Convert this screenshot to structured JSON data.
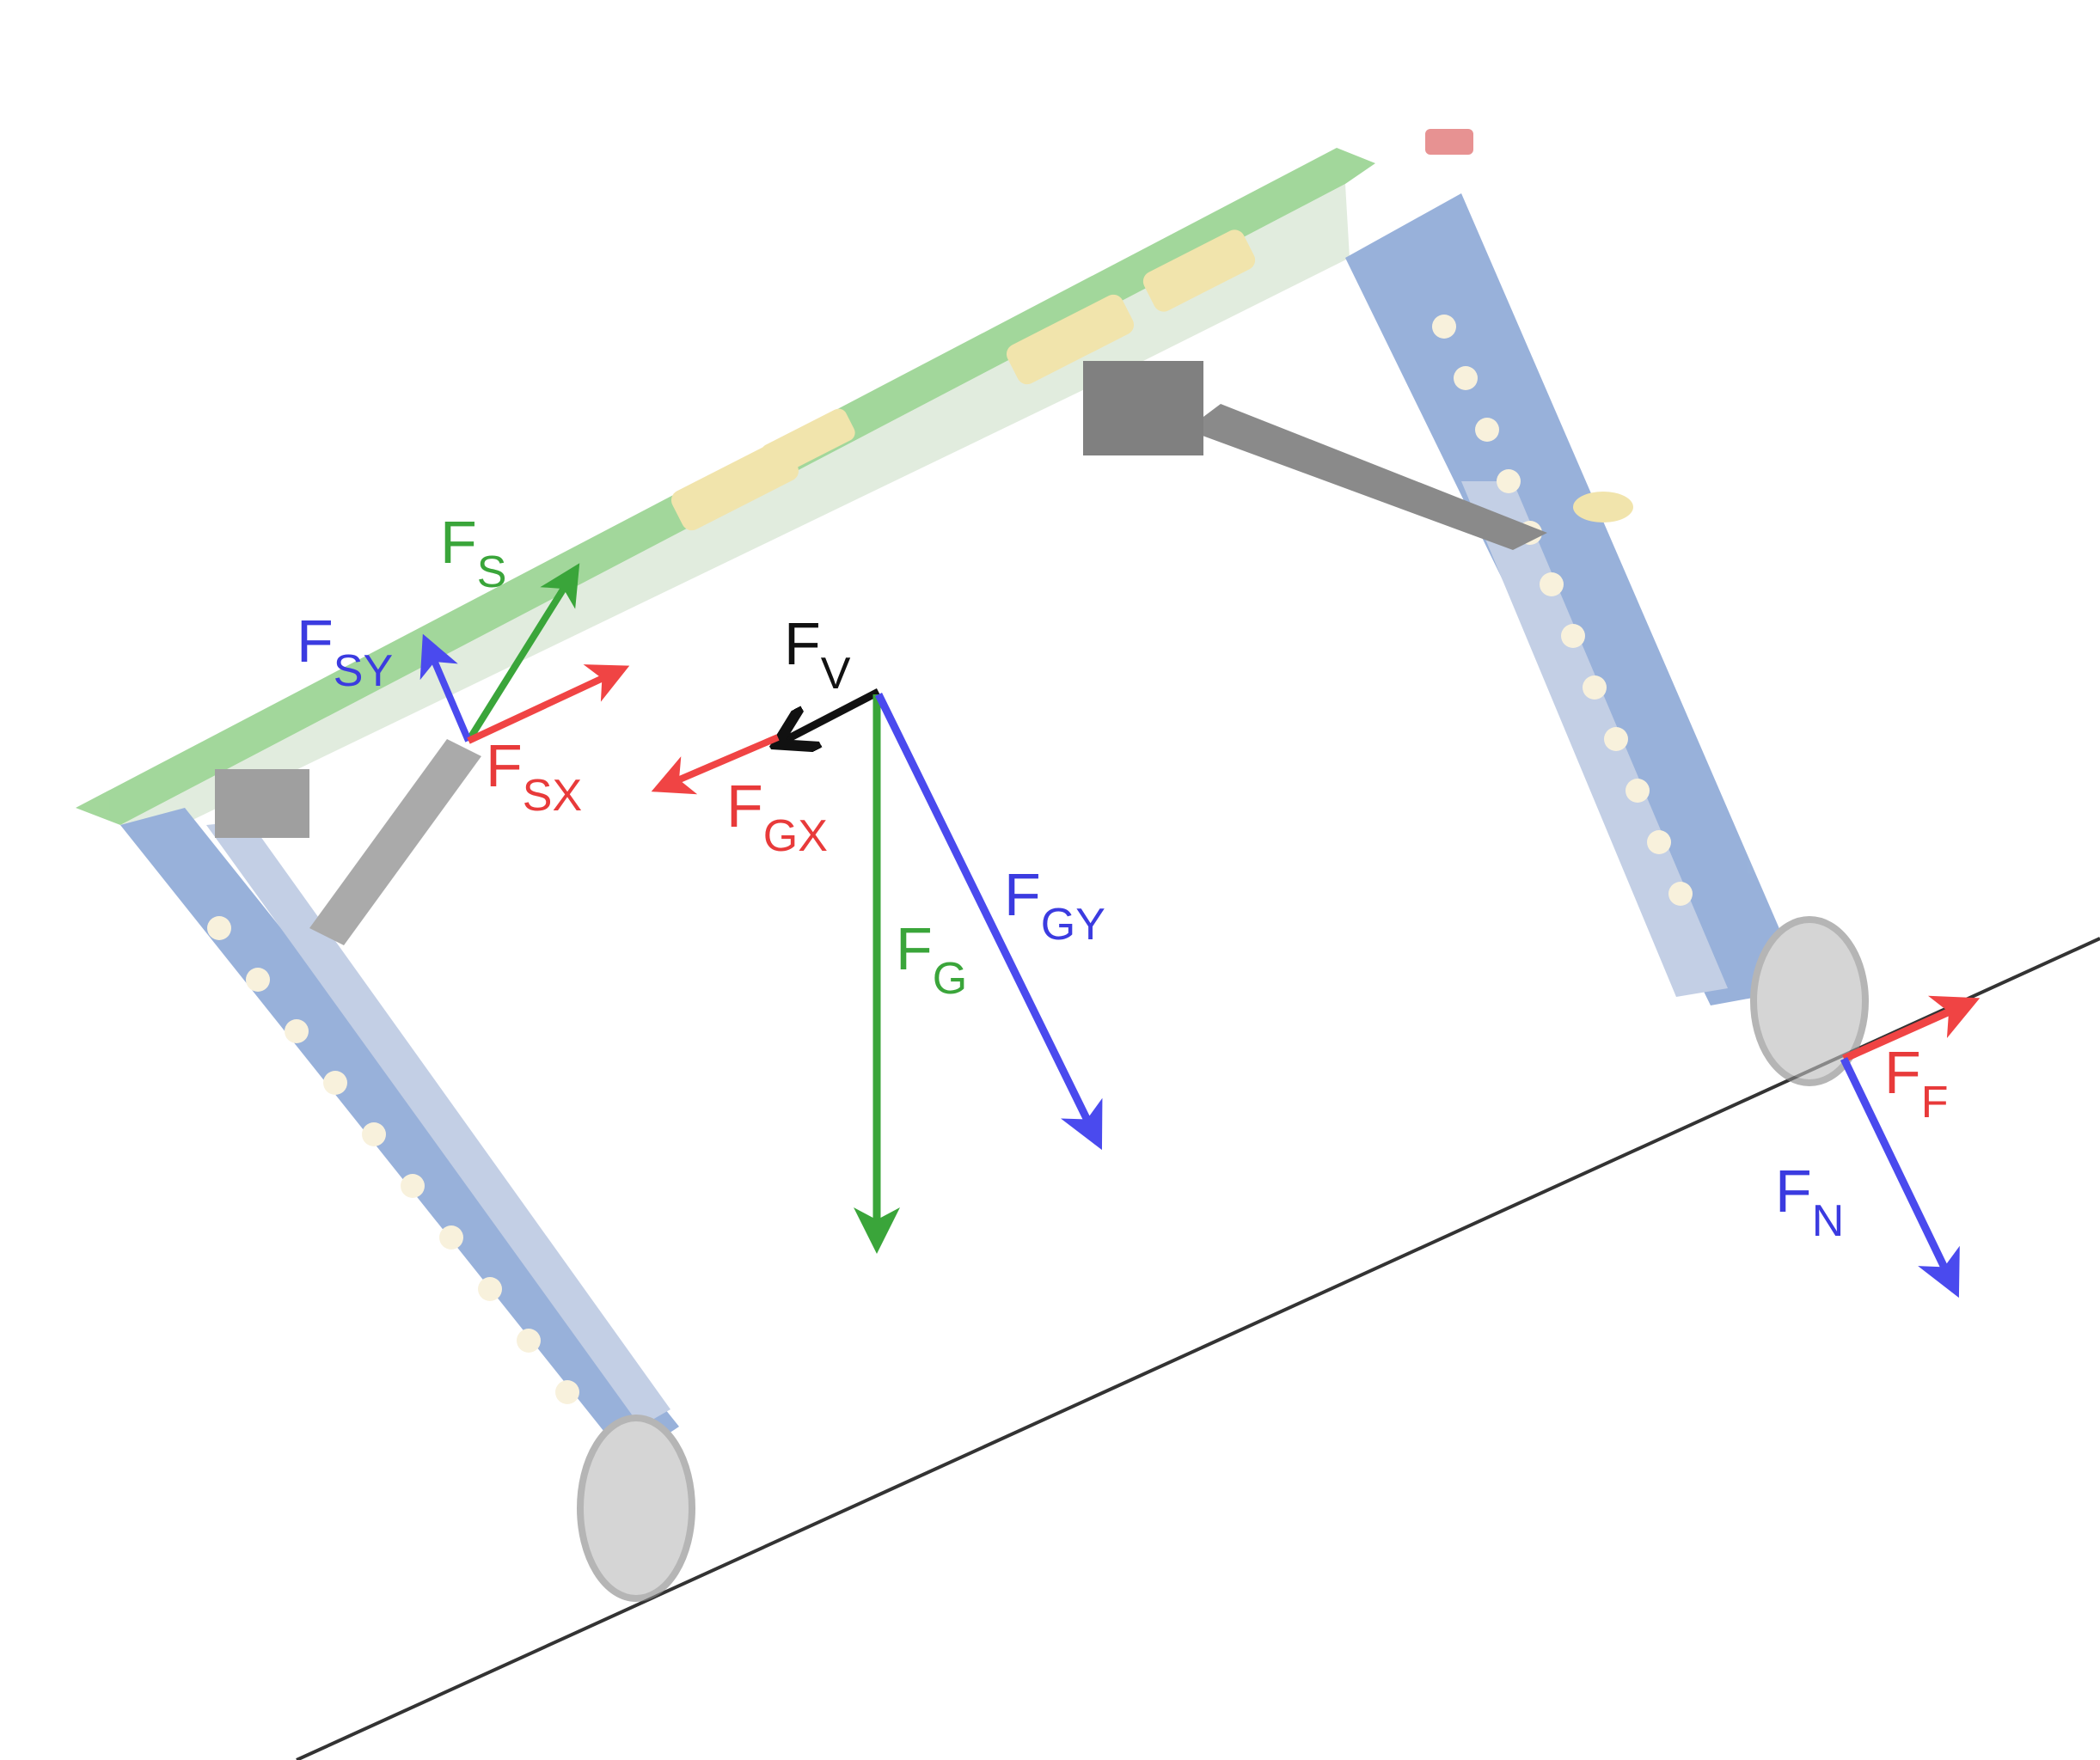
{
  "colors": {
    "green": "#3aa53a",
    "blue": "#4a4aee",
    "red": "#f04444",
    "black": "#111111",
    "ground": "#333333",
    "frame_beam": "#5a82c4",
    "frame_plate": "#6abf5e",
    "stud_yellow": "#ead47a",
    "wheel": "#bcbcbc"
  },
  "labels": {
    "fs": {
      "main": "F",
      "sub": "S"
    },
    "fsy": {
      "main": "F",
      "sub": "SY"
    },
    "fsx": {
      "main": "F",
      "sub": "SX"
    },
    "fv": {
      "main": "F",
      "sub": "V"
    },
    "fgx": {
      "main": "F",
      "sub": "GX"
    },
    "fgy": {
      "main": "F",
      "sub": "GY"
    },
    "fg": {
      "main": "F",
      "sub": "G"
    },
    "ff": {
      "main": "F",
      "sub": "F"
    },
    "fn": {
      "main": "F",
      "sub": "N"
    }
  }
}
